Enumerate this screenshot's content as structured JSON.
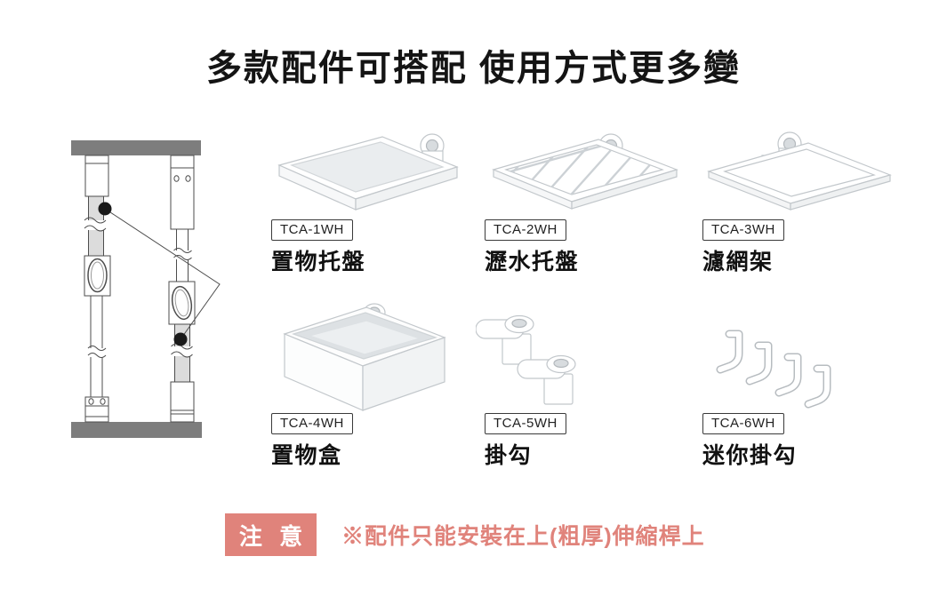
{
  "title": "多款配件可搭配 使用方式更多變",
  "products": [
    {
      "code": "TCA-1WH",
      "name": "置物托盤",
      "icon": "storage-tray-icon"
    },
    {
      "code": "TCA-2WH",
      "name": "瀝水托盤",
      "icon": "drain-tray-icon"
    },
    {
      "code": "TCA-3WH",
      "name": "濾網架",
      "icon": "mesh-frame-icon"
    },
    {
      "code": "TCA-4WH",
      "name": "置物盒",
      "icon": "storage-box-icon"
    },
    {
      "code": "TCA-5WH",
      "name": "掛勾",
      "icon": "hook-pair-icon"
    },
    {
      "code": "TCA-6WH",
      "name": "迷你掛勾",
      "icon": "mini-hooks-icon"
    }
  ],
  "notice": {
    "label": "注 意",
    "text": "※配件只能安裝在上(粗厚)伸縮桿上"
  },
  "colors": {
    "accent": "#E0837B",
    "bar_gray": "#7D7D7D",
    "pole_shade": "#DCDCDC",
    "product_outline": "#C2C7CB"
  }
}
